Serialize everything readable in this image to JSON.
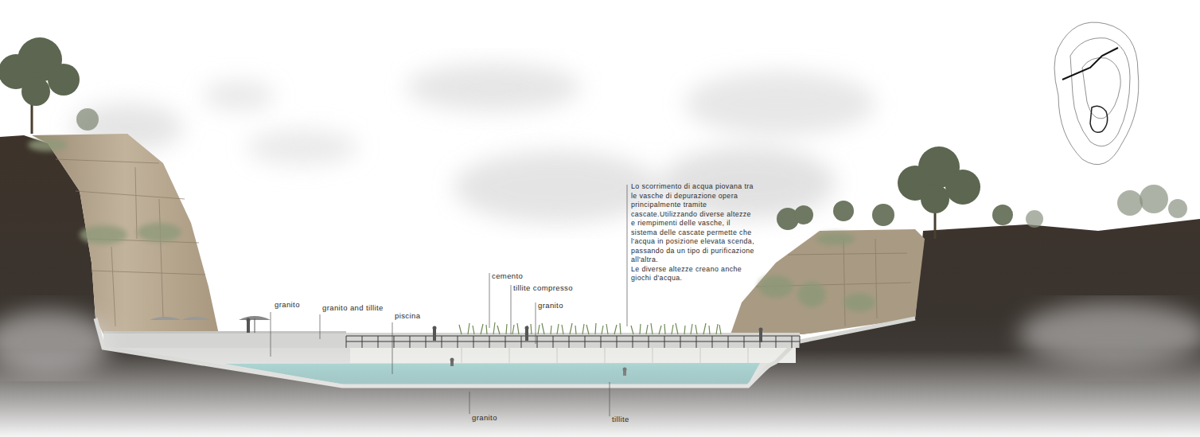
{
  "diagram": {
    "labels": [
      "granito",
      "granito and tillite",
      "piscina",
      "cemento",
      "tillite compresso",
      "granito",
      "Lo scorrimento di acqua piovana tra le vasche di depurazione opera principalmente tramite cascate.Utilizzando diverse altezze e riempimenti delle vasche, il sistema delle cascate permette che l'acqua in posizione elevata scenda, passando da un tipo di purificazione all'altra.",
      "Le diverse altezze creano anche giochi d'acqua.",
      "granito",
      "tillite"
    ]
  }
}
